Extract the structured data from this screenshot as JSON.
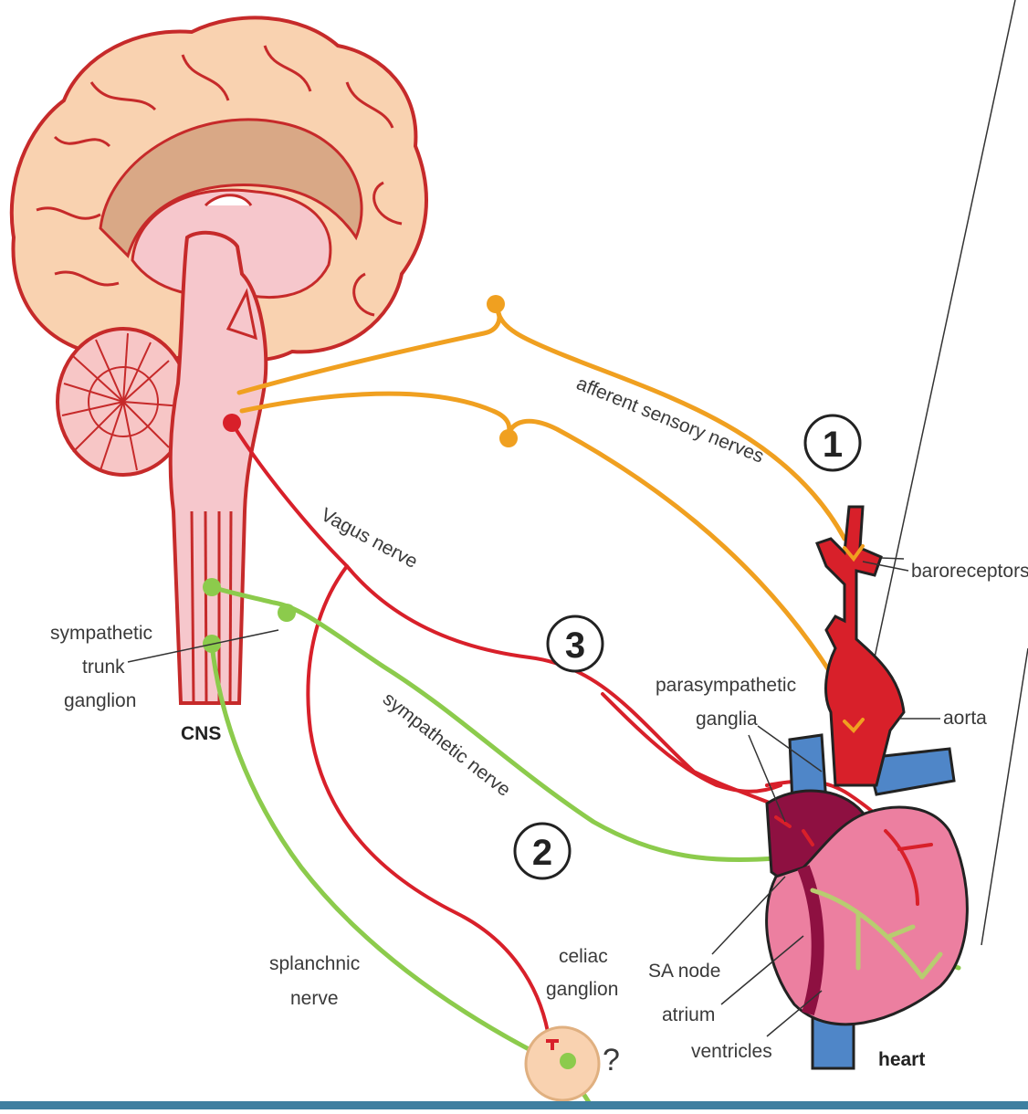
{
  "labels": {
    "afferent": "afferent sensory nerves",
    "baroreceptors": "baroreceptors",
    "aorta": "aorta",
    "vagus": "Vagus nerve",
    "sympathetic_trunk_1": "sympathetic",
    "sympathetic_trunk_2": "trunk",
    "sympathetic_trunk_3": "ganglion",
    "cns": "CNS",
    "sympathetic_nerve": "sympathetic nerve",
    "parasympathetic_1": "parasympathetic",
    "parasympathetic_2": "ganglia",
    "splanchnic_1": "splanchnic",
    "splanchnic_2": "nerve",
    "celiac_1": "celiac",
    "celiac_2": "ganglion",
    "question": "?",
    "sa_node": "SA node",
    "atrium": "atrium",
    "ventricles": "ventricles",
    "heart": "heart"
  },
  "markers": {
    "one": "1",
    "two": "2",
    "three": "3"
  },
  "colors": {
    "afferent": "#f0a020",
    "vagus": "#d8202a",
    "sympathetic": "#8ccb4c",
    "brain_fill": "#f9d2b0",
    "brain_outline": "#c62a2a",
    "heart_pink": "#ec7fa0",
    "heart_dark": "#8e1041",
    "vessel_blue": "#4f86c8"
  }
}
